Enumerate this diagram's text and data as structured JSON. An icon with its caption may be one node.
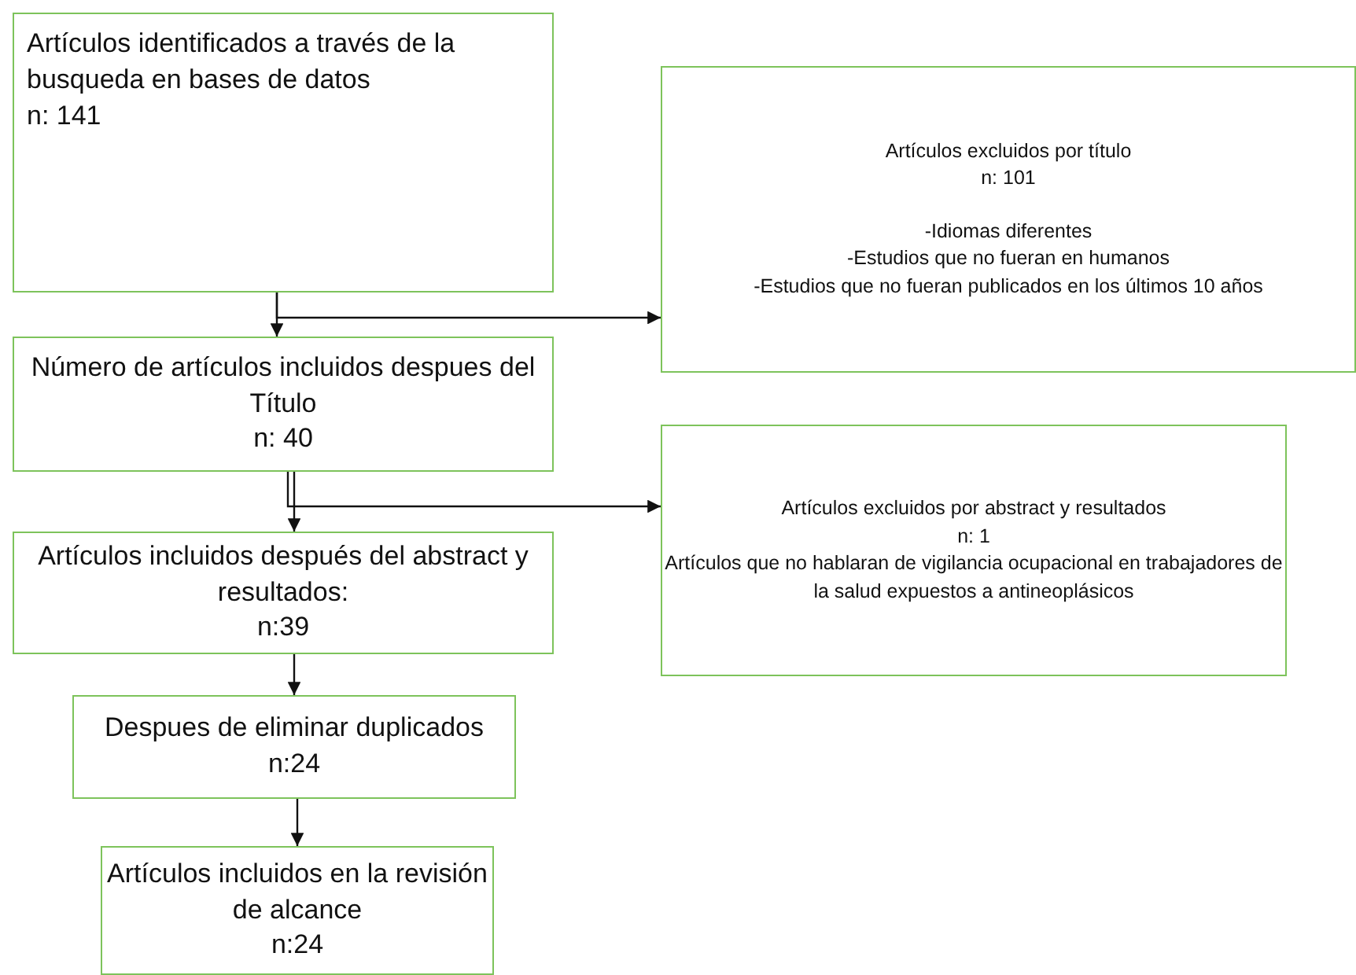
{
  "diagram": {
    "nodes": [
      {
        "text": [
          "Artículos identificados a través de la busqueda en bases de datos",
          "n: 141"
        ]
      },
      {
        "text": [
          "Artículos excluidos por título",
          "n: 101",
          "-Idiomas diferentes",
          "-Estudios que no fueran en humanos",
          "-Estudios que no fueran publicados en los últimos 10 años"
        ]
      },
      {
        "text": [
          "Número de artículos incluidos despues del Título",
          "n: 40"
        ]
      },
      {
        "text": [
          "Artículos excluidos por abstract y resultados",
          "n: 1",
          "Artículos que no hablaran de vigilancia ocupacional en trabajadores de la salud expuestos a antineoplásicos"
        ]
      },
      {
        "text": [
          "Artículos incluidos después del abstract y resultados:",
          "n:39"
        ]
      },
      {
        "text": [
          "Despues de eliminar duplicados",
          "n:24"
        ]
      },
      {
        "text": [
          "Artículos incluidos en la revisión de alcance",
          "n:24"
        ]
      }
    ],
    "edges": [
      {
        "from": 0,
        "to": 2,
        "arrow": "to"
      },
      {
        "from": 0,
        "to": 1,
        "arrow": "to"
      },
      {
        "from": 2,
        "to": 4,
        "arrow": "to"
      },
      {
        "from": 2,
        "to": 3,
        "arrow": "to"
      },
      {
        "from": 4,
        "to": 5,
        "arrow": "to"
      },
      {
        "from": 5,
        "to": 6,
        "arrow": "to"
      }
    ]
  }
}
